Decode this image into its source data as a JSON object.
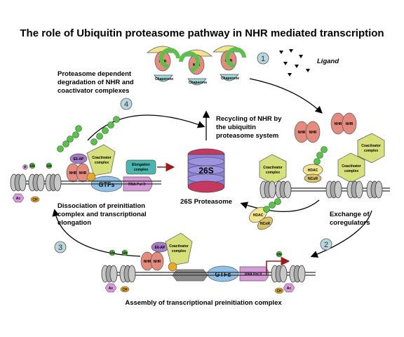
{
  "title": "The role of Ubiquitin proteasome pathway in NHR mediated transcription",
  "steps": {
    "s1": "1",
    "s2": "2",
    "s3": "3",
    "s4": "4"
  },
  "captions": {
    "ligand": "Ligand",
    "degradation": [
      "Proteasome dependent",
      "degradation of NHR and",
      "coactivator complexes"
    ],
    "recycling": [
      "Recycling of NHR by",
      "the ubiquitin",
      "proteasome system"
    ],
    "proteasome_label": "26S Proteasome",
    "dissociation": [
      "Dissociation of preinitiation",
      "complex and  transcriptional",
      "elongation"
    ],
    "exchange": [
      "Exchange of",
      "coregulators"
    ],
    "assembly": "Assembly of transcriptional preinitiation complex"
  },
  "labels": {
    "nhr": "NHR",
    "chaperone": "Chaperone",
    "coactivator": [
      "Coactivator",
      "complex"
    ],
    "hdac": "HDAC",
    "ncor": "NCoR",
    "gtfs": "GTFs",
    "rna_pol": "RNA Pol II",
    "elongation": [
      "Elongation",
      "complex"
    ],
    "proteasome": "26S",
    "e6ap": "E6-AP",
    "ub": "Ub",
    "ac": "Ac",
    "ch": "CH",
    "p": "P"
  },
  "colors": {
    "nhr": "#e58b7e",
    "chaperone": "#9fd3d6",
    "ligand_cap": "#f2e58e",
    "green": "#5cbf4e",
    "coactivator": "#d7e07a",
    "proteasome": "#8b7fd6",
    "proteasome_top": "#c7385e",
    "gtfs": "#8ec0e8",
    "rna_pol": "#d99ad9",
    "elongation": "#4bb6b0",
    "e6ap": "#a67bc6",
    "step_circle": "#b8d7df"
  }
}
